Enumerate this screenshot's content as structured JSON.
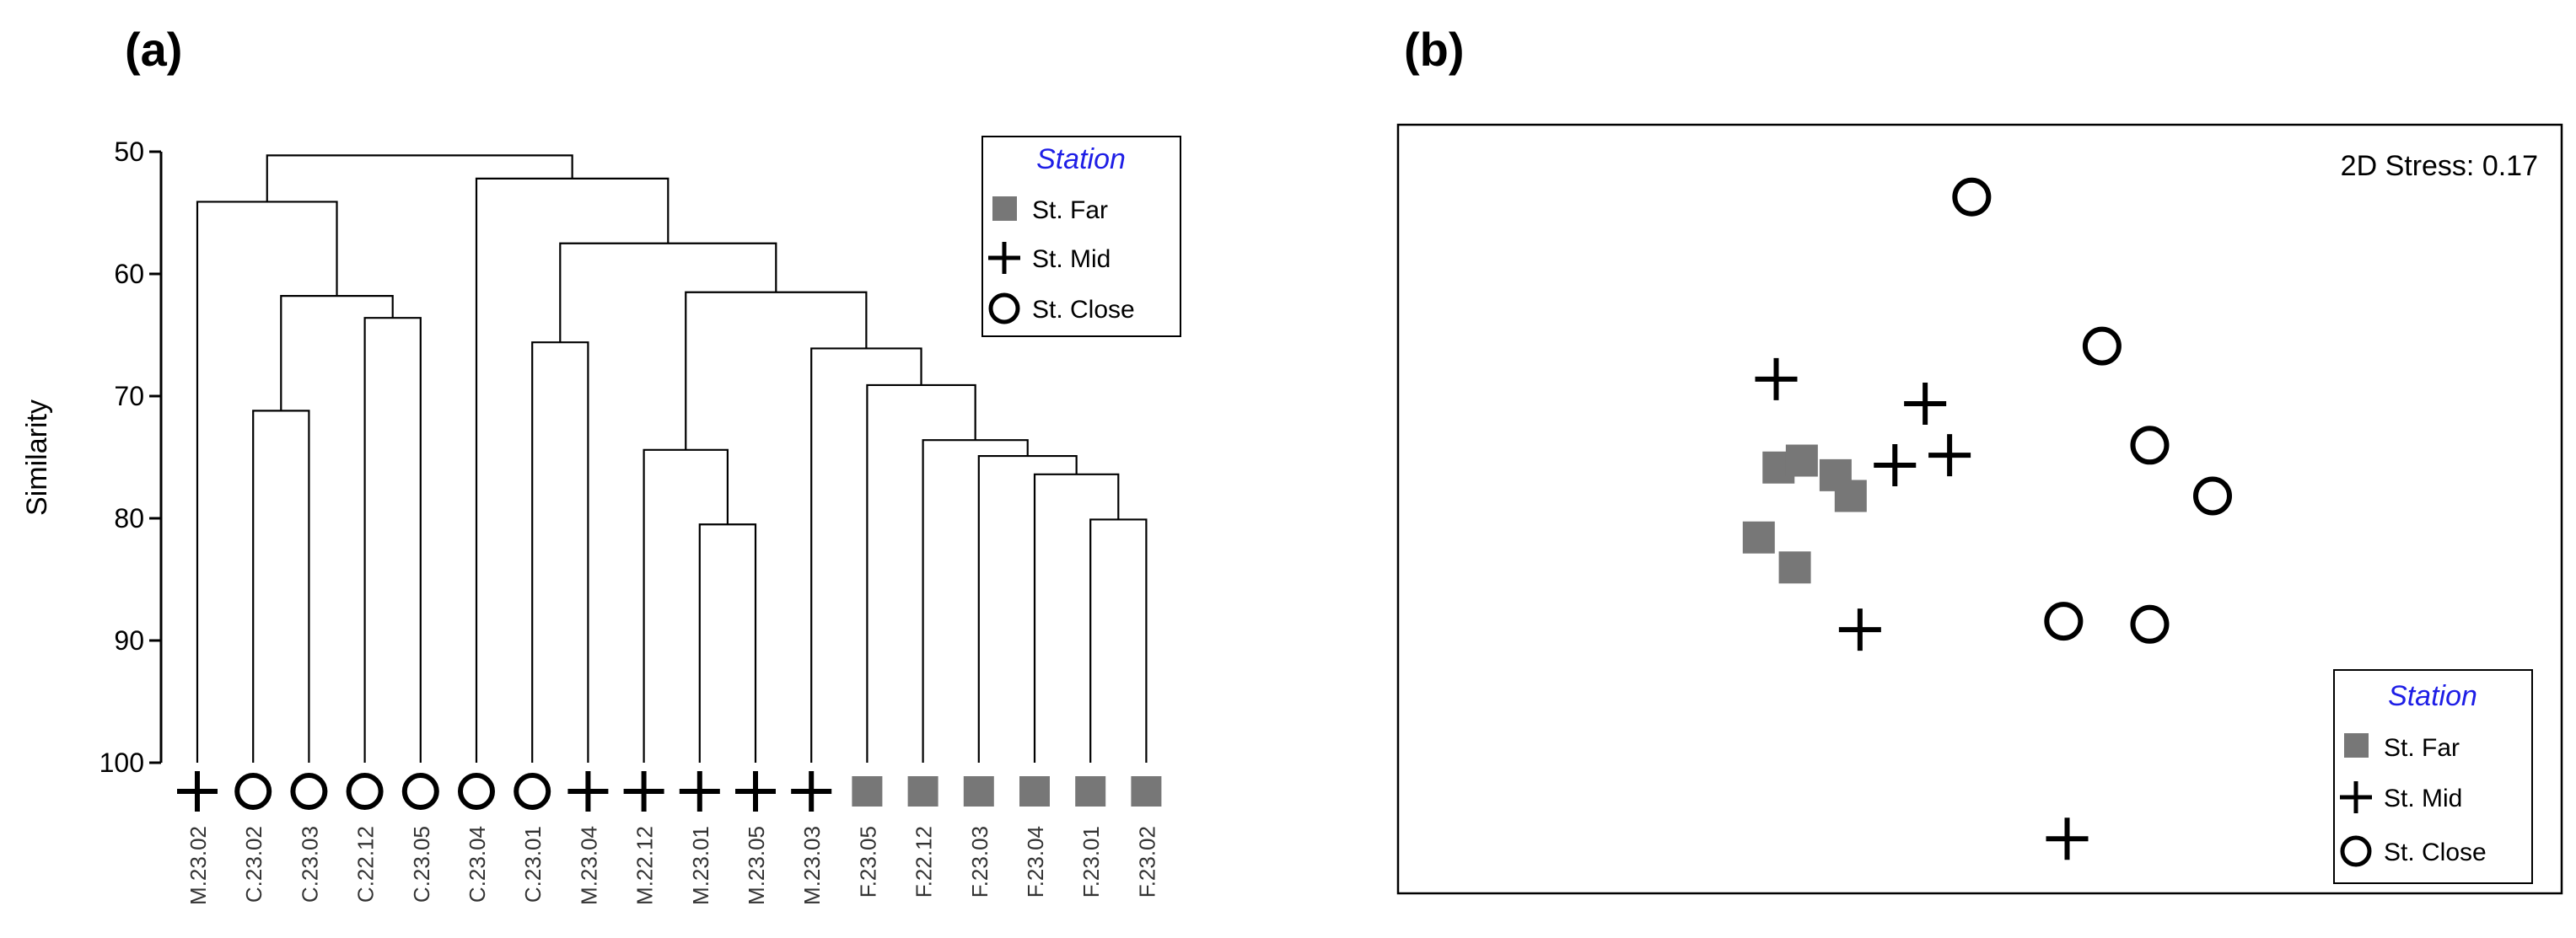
{
  "panels": {
    "a": {
      "label": "(a)"
    },
    "b": {
      "label": "(b)"
    }
  },
  "legend": {
    "title": "Station",
    "title_color": "#1e1ee6",
    "items": [
      "St. Far",
      "St. Mid",
      "St. Close"
    ]
  },
  "colors": {
    "far": "#777777",
    "line": "#000000"
  },
  "chart_data": [
    {
      "type": "dendrogram",
      "ylabel": "Similarity",
      "ylim": [
        50,
        100
      ],
      "yticks": [
        50,
        60,
        70,
        80,
        90,
        100
      ],
      "leaves": [
        {
          "label": "M.23.02",
          "station": "mid"
        },
        {
          "label": "C.23.02",
          "station": "close"
        },
        {
          "label": "C.23.03",
          "station": "close"
        },
        {
          "label": "C.22.12",
          "station": "close"
        },
        {
          "label": "C.23.05",
          "station": "close"
        },
        {
          "label": "C.23.04",
          "station": "close"
        },
        {
          "label": "C.23.01",
          "station": "close"
        },
        {
          "label": "M.23.04",
          "station": "mid"
        },
        {
          "label": "M.22.12",
          "station": "mid"
        },
        {
          "label": "M.23.01",
          "station": "mid"
        },
        {
          "label": "M.23.05",
          "station": "mid"
        },
        {
          "label": "M.23.03",
          "station": "mid"
        },
        {
          "label": "F.23.05",
          "station": "far"
        },
        {
          "label": "F.22.12",
          "station": "far"
        },
        {
          "label": "F.23.03",
          "station": "far"
        },
        {
          "label": "F.23.04",
          "station": "far"
        },
        {
          "label": "F.23.01",
          "station": "far"
        },
        {
          "label": "F.23.02",
          "station": "far"
        }
      ],
      "merges": [
        {
          "id": "n1",
          "left": 1,
          "right": 2,
          "height": 71.2
        },
        {
          "id": "n2",
          "left": 3,
          "right": 4,
          "height": 63.6
        },
        {
          "id": "n3",
          "left": "n1",
          "right": "n2",
          "height": 61.8
        },
        {
          "id": "n4",
          "left": 0,
          "right": "n3",
          "height": 54.1
        },
        {
          "id": "n5",
          "left": 9,
          "right": 10,
          "height": 80.5
        },
        {
          "id": "n6",
          "left": 8,
          "right": "n5",
          "height": 74.4
        },
        {
          "id": "n7",
          "left": 16,
          "right": 17,
          "height": 80.1
        },
        {
          "id": "n8",
          "left": 15,
          "right": "n7",
          "height": 76.4
        },
        {
          "id": "n9",
          "left": 14,
          "right": "n8",
          "height": 74.9
        },
        {
          "id": "n10",
          "left": 13,
          "right": "n9",
          "height": 73.6
        },
        {
          "id": "n11",
          "left": 12,
          "right": "n10",
          "height": 69.1
        },
        {
          "id": "n12",
          "left": 11,
          "right": "n11",
          "height": 66.1
        },
        {
          "id": "n13",
          "left": "n6",
          "right": "n12",
          "height": 61.5
        },
        {
          "id": "n14",
          "left": 6,
          "right": 7,
          "height": 65.6
        },
        {
          "id": "n15",
          "left": "n14",
          "right": "n13",
          "height": 57.5
        },
        {
          "id": "n16",
          "left": 5,
          "right": "n15",
          "height": 52.2
        },
        {
          "id": "n17",
          "left": "n4",
          "right": "n16",
          "height": 50.3
        }
      ]
    },
    {
      "type": "scatter",
      "annotation": "2D Stress: 0.17",
      "xlim": [
        0,
        100
      ],
      "ylim": [
        0,
        100
      ],
      "series": [
        {
          "name": "St. Far",
          "marker": "square",
          "points": [
            [
              32.7,
              55.4
            ],
            [
              34.7,
              56.3
            ],
            [
              37.6,
              54.4
            ],
            [
              38.9,
              51.7
            ],
            [
              31.0,
              46.3
            ],
            [
              34.1,
              42.4
            ]
          ]
        },
        {
          "name": "St. Mid",
          "marker": "plus",
          "points": [
            [
              32.5,
              66.9
            ],
            [
              45.3,
              63.7
            ],
            [
              42.7,
              55.7
            ],
            [
              47.4,
              57.0
            ],
            [
              39.7,
              34.3
            ],
            [
              57.5,
              7.1
            ]
          ]
        },
        {
          "name": "St. Close",
          "marker": "circle",
          "points": [
            [
              49.3,
              90.6
            ],
            [
              60.5,
              71.2
            ],
            [
              64.6,
              58.3
            ],
            [
              70.0,
              51.7
            ],
            [
              57.2,
              35.4
            ],
            [
              64.6,
              35.0
            ]
          ]
        }
      ]
    }
  ]
}
